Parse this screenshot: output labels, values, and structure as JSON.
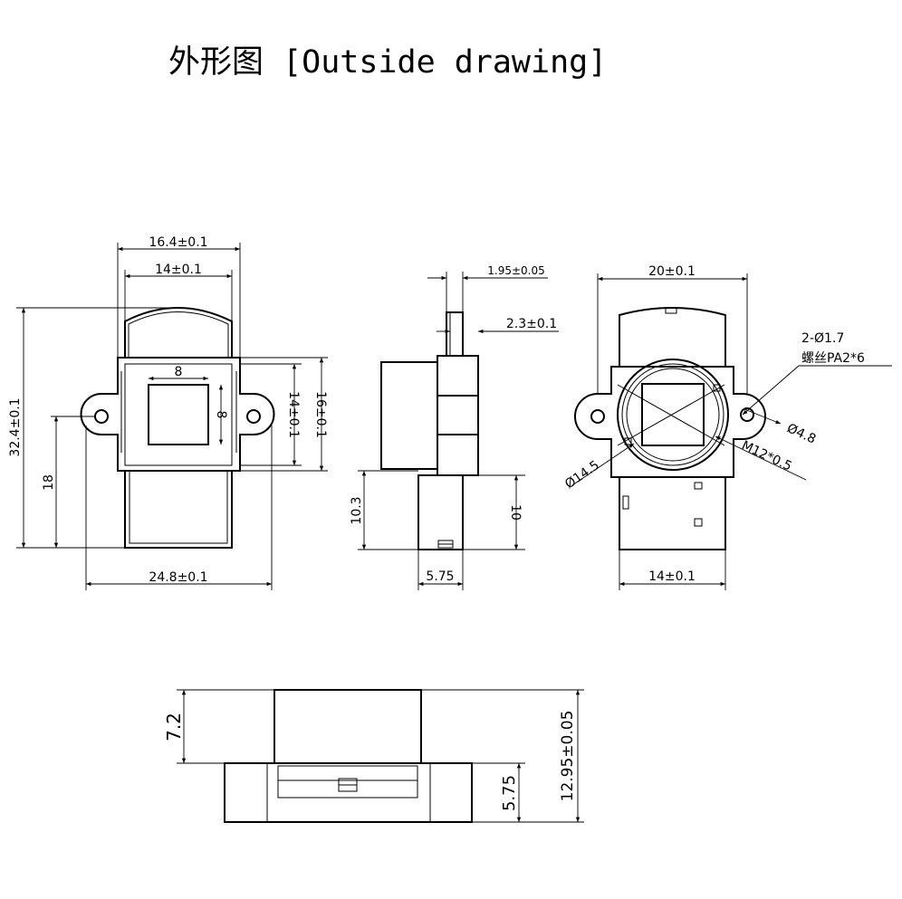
{
  "title": "外形图 [Outside drawing]",
  "front_view": {
    "outer_width": "16.4±0.1",
    "inner_width": "14±0.1",
    "total_height": "32.4±0.1",
    "hole_height": "18",
    "window_width": "8",
    "window_height": "8",
    "body_height": "14±0.1",
    "frame_height": "16±0.1",
    "flange_width": "24.8±0.1"
  },
  "side_view": {
    "tab_width": "1.95±0.05",
    "tab_offset": "2.3±0.1",
    "holder_height": "10.3",
    "body_height": "10",
    "body_width": "5.75"
  },
  "rear_view": {
    "width": "20±0.1",
    "holes": "2-Ø1.7",
    "screw": "螺丝PA2*6",
    "flange_hole": "Ø4.8",
    "lens_diameter": "Ø14.5",
    "thread": "M12*0.5",
    "bottom_width": "14±0.1"
  },
  "bottom_view": {
    "top_height": "7.2",
    "total_height": "12.95±0.05",
    "base_height": "5.75"
  }
}
